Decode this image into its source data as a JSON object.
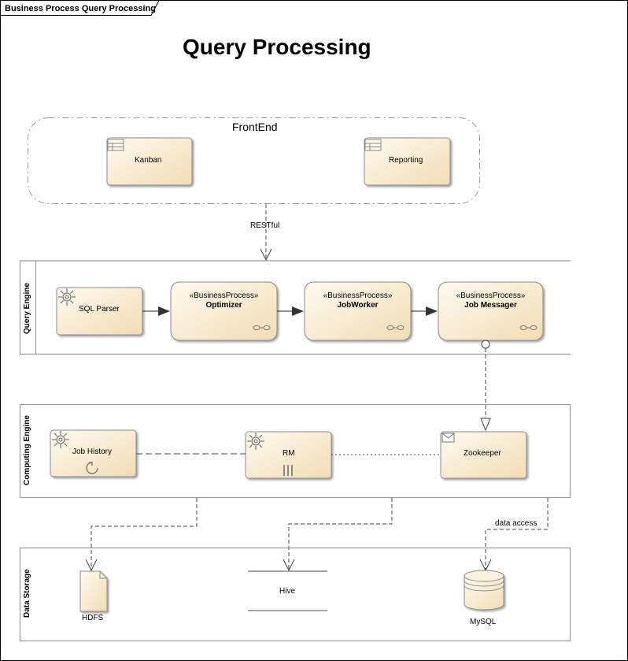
{
  "tab_title": "Business Process Query Processing",
  "title": "Query Processing",
  "frontend": {
    "label": "FrontEnd",
    "items": [
      {
        "label": "Kanban",
        "icon": "table-icon"
      },
      {
        "label": "Reporting",
        "icon": "table-icon"
      }
    ]
  },
  "connections": {
    "restful_label": "RESTful",
    "data_access_label": "data access"
  },
  "lanes": {
    "query_engine": {
      "label": "Query Engine",
      "nodes": [
        {
          "label": "SQL Parser",
          "icon": "gear-icon"
        },
        {
          "stereotype": "«BusinessProcess»",
          "label": "Optimizer",
          "icon": "link-icon"
        },
        {
          "stereotype": "«BusinessProcess»",
          "label": "JobWorker",
          "icon": "link-icon"
        },
        {
          "stereotype": "«BusinessProcess»",
          "label": "Job Messager",
          "icon": "link-icon"
        }
      ]
    },
    "computing_engine": {
      "label": "Computing Engine",
      "nodes": [
        {
          "label": "Job History",
          "icon": "gear-icon",
          "marker": "loop-icon"
        },
        {
          "label": "RM",
          "icon": "gear-icon",
          "marker": "parallel-icon"
        },
        {
          "label": "Zookeeper",
          "icon": "envelope-icon"
        }
      ]
    },
    "data_storage": {
      "label": "Data Storage",
      "nodes": [
        {
          "label": "HDFS",
          "icon": "document-icon"
        },
        {
          "label": "Hive",
          "icon": "data-store-icon"
        },
        {
          "label": "MySQL",
          "icon": "database-icon"
        }
      ]
    }
  },
  "colors": {
    "node_fill": "#f6e6c8",
    "node_stroke": "#8a8a8a",
    "lane_stroke": "#9a9a9a"
  }
}
